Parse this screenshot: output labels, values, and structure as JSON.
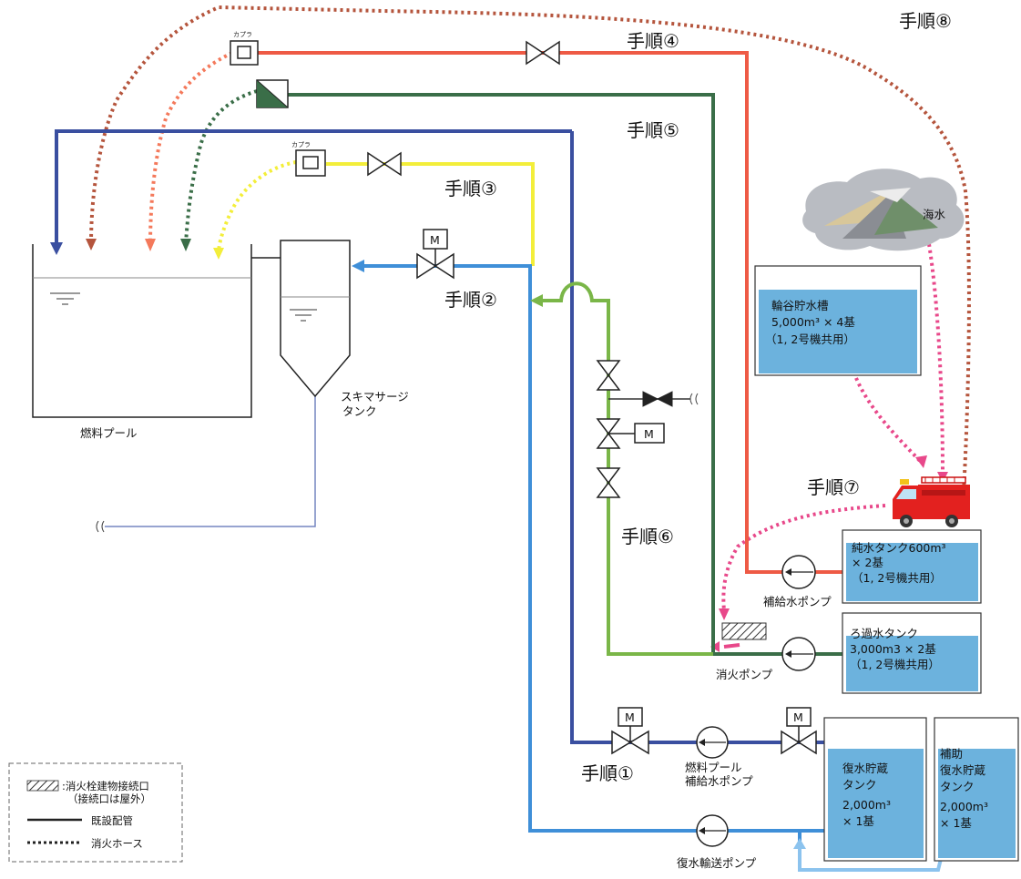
{
  "steps": {
    "s1": "手順①",
    "s2": "手順②",
    "s3": "手順③",
    "s4": "手順④",
    "s5": "手順⑤",
    "s6": "手順⑥",
    "s7": "手順⑦",
    "s8": "手順⑧"
  },
  "labels": {
    "fuel_pool": "燃料プール",
    "skimmer_1": "スキマサージ",
    "skimmer_2": "タンク",
    "coupler": "カプラ",
    "seawater": "海水",
    "makeup_pump": "補給水ポンプ",
    "fire_pump": "消火ポンプ",
    "pool_pump_1": "燃料プール",
    "pool_pump_2": "補給水ポンプ",
    "transfer_pump": "復水輸送ポンプ",
    "motor": "M"
  },
  "tanks": {
    "wadani": [
      "輪谷貯水槽",
      "5,000m³ × 4基",
      "（1, 2号機共用）"
    ],
    "pure": [
      "純水タンク600m³",
      "× 2基",
      "（1, 2号機共用）"
    ],
    "filtered": [
      "ろ過水タンク",
      "3,000m3 × 2基",
      "（1, 2号機共用）"
    ],
    "condensate": [
      "復水貯蔵",
      "タンク",
      "",
      "2,000m³",
      "× 1基"
    ],
    "aux": [
      "補助",
      "復水貯蔵",
      "タンク",
      "",
      "2,000m³",
      "× 1基"
    ]
  },
  "legend": {
    "hydrant_1": ":消火栓建物接続口",
    "hydrant_2": "（接続口は屋外）",
    "pipe": "既設配管",
    "hose": "消火ホース"
  },
  "colors": {
    "blue_dark": "#3a4fa0",
    "blue_light": "#3f8fd8",
    "yellow": "#f3ee3a",
    "red": "#ee5a45",
    "green_dark": "#3a6e48",
    "green_light": "#7ab648",
    "pink": "#e8488a",
    "brown": "#b5553d",
    "salmon": "#f4795b",
    "tank_fill": "#6cb2dd"
  }
}
